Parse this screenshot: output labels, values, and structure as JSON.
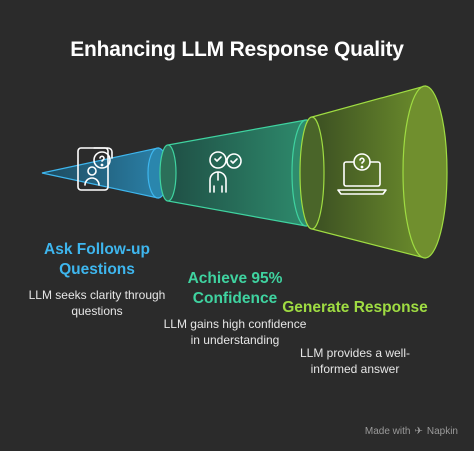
{
  "title": "Enhancing LLM Response Quality",
  "stages": [
    {
      "title": "Ask Follow-up Questions",
      "description": "LLM seeks clarity through questions",
      "icon": "person-question-icon",
      "color": "#3eb6ee"
    },
    {
      "title": "Achieve 95% Confidence",
      "description": "LLM gains high confidence in understanding",
      "icon": "person-check-icon",
      "color": "#3fd3a0"
    },
    {
      "title": "Generate Response",
      "description": "LLM provides a well-informed answer",
      "icon": "laptop-question-icon",
      "color": "#9fdc42"
    }
  ],
  "watermark": {
    "made_with": "Made with",
    "brand": "Napkin"
  }
}
